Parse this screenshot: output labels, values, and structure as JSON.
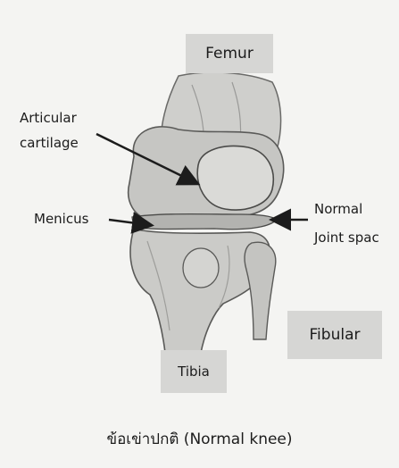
{
  "labels": {
    "femur": "Femur",
    "articular_line1": "Articular",
    "articular_line2": "cartilage",
    "menicus": "Menicus",
    "normal_line1": "Normal",
    "normal_line2": "Joint spac",
    "fibular": "Fibular",
    "tibia": "Tibia"
  },
  "caption": "ข้อเข่าปกติ (Normal knee)",
  "colors": {
    "background": "#f4f4f2",
    "label_box": "#d6d6d4",
    "bone_fill": "#c9c9c6",
    "bone_shadow": "#a9a9a6",
    "outline": "#4a4a48",
    "arrow": "#1c1c1c"
  }
}
